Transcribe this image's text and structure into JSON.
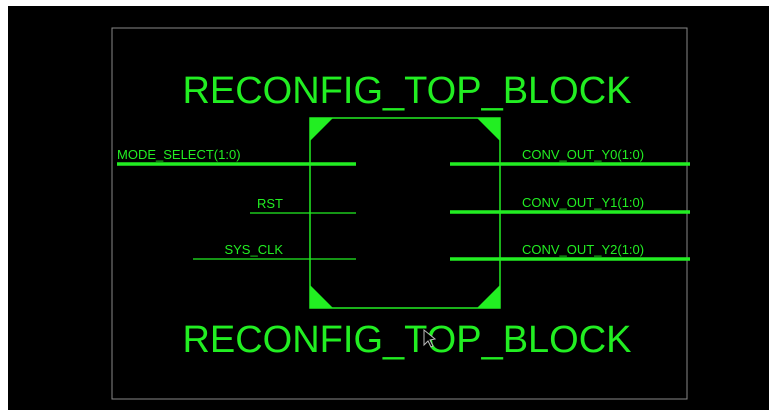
{
  "theme": {
    "background": "#000000",
    "wire": "#22ee22",
    "frame": "#888888",
    "cursor": "#bbbbbb"
  },
  "block": {
    "title_top": "RECONFIG_TOP_BLOCK",
    "title_bottom": "RECONFIG_TOP_BLOCK"
  },
  "ports": {
    "inputs": [
      {
        "label": "MODE_SELECT(1:0)",
        "bus": true
      },
      {
        "label": "RST",
        "bus": false
      },
      {
        "label": "SYS_CLK",
        "bus": false
      }
    ],
    "outputs": [
      {
        "label": "CONV_OUT_Y0(1:0)",
        "bus": true
      },
      {
        "label": "CONV_OUT_Y1(1:0)",
        "bus": true
      },
      {
        "label": "CONV_OUT_Y2(1:0)",
        "bus": true
      }
    ]
  },
  "icons": {
    "cursor": "mouse-pointer-icon"
  }
}
